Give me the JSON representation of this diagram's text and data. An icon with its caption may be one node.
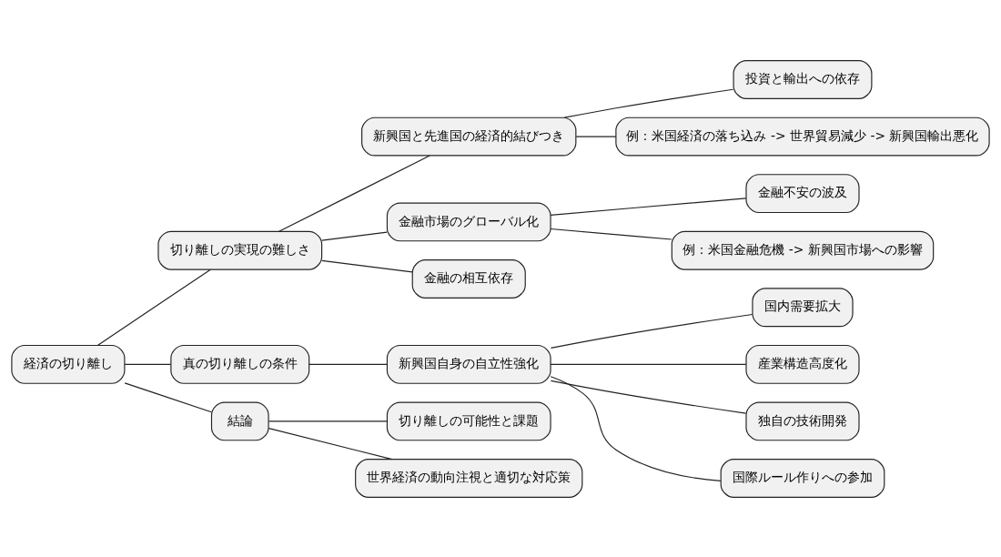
{
  "diagram": {
    "nodes": [
      {
        "text": [
          "経済の切り離し"
        ]
      },
      {
        "text": [
          "切り離しの実現の難しさ"
        ]
      },
      {
        "text": [
          "新興国と先進国の経済的結びつき"
        ]
      },
      {
        "text": [
          "投資と輸出への依存"
        ]
      },
      {
        "text": [
          "例：米国経済の落ち込み -> 世界貿易減少 -> 新興国輸出悪化"
        ]
      },
      {
        "text": [
          "金融市場のグローバル化"
        ]
      },
      {
        "text": [
          "金融不安の波及"
        ]
      },
      {
        "text": [
          "例：米国金融危機 -> 新興国市場への影響"
        ]
      },
      {
        "text": [
          "金融の相互依存"
        ]
      },
      {
        "text": [
          "真の切り離しの条件"
        ]
      },
      {
        "text": [
          "新興国自身の自立性強化"
        ]
      },
      {
        "text": [
          "国内需要拡大"
        ]
      },
      {
        "text": [
          "産業構造高度化"
        ]
      },
      {
        "text": [
          "独自の技術開発"
        ]
      },
      {
        "text": [
          "国際ルール作りへの参加"
        ]
      },
      {
        "text": [
          "結論"
        ]
      },
      {
        "text": [
          "切り離しの可能性と課題"
        ]
      },
      {
        "text": [
          "世界経済の動向注視と適切な対応策"
        ]
      }
    ],
    "edges": [
      {
        "from": 0,
        "to": 1,
        "arrow": "none"
      },
      {
        "from": 1,
        "to": 2,
        "arrow": "none"
      },
      {
        "from": 2,
        "to": 3,
        "arrow": "none"
      },
      {
        "from": 2,
        "to": 4,
        "arrow": "none"
      },
      {
        "from": 1,
        "to": 5,
        "arrow": "none"
      },
      {
        "from": 5,
        "to": 6,
        "arrow": "none"
      },
      {
        "from": 5,
        "to": 7,
        "arrow": "none"
      },
      {
        "from": 1,
        "to": 8,
        "arrow": "none"
      },
      {
        "from": 0,
        "to": 9,
        "arrow": "none"
      },
      {
        "from": 9,
        "to": 10,
        "arrow": "none"
      },
      {
        "from": 10,
        "to": 11,
        "arrow": "none"
      },
      {
        "from": 10,
        "to": 12,
        "arrow": "none"
      },
      {
        "from": 10,
        "to": 13,
        "arrow": "none"
      },
      {
        "from": 10,
        "to": 14,
        "arrow": "none"
      },
      {
        "from": 0,
        "to": 15,
        "arrow": "none"
      },
      {
        "from": 15,
        "to": 16,
        "arrow": "none"
      },
      {
        "from": 15,
        "to": 17,
        "arrow": "none"
      }
    ]
  }
}
